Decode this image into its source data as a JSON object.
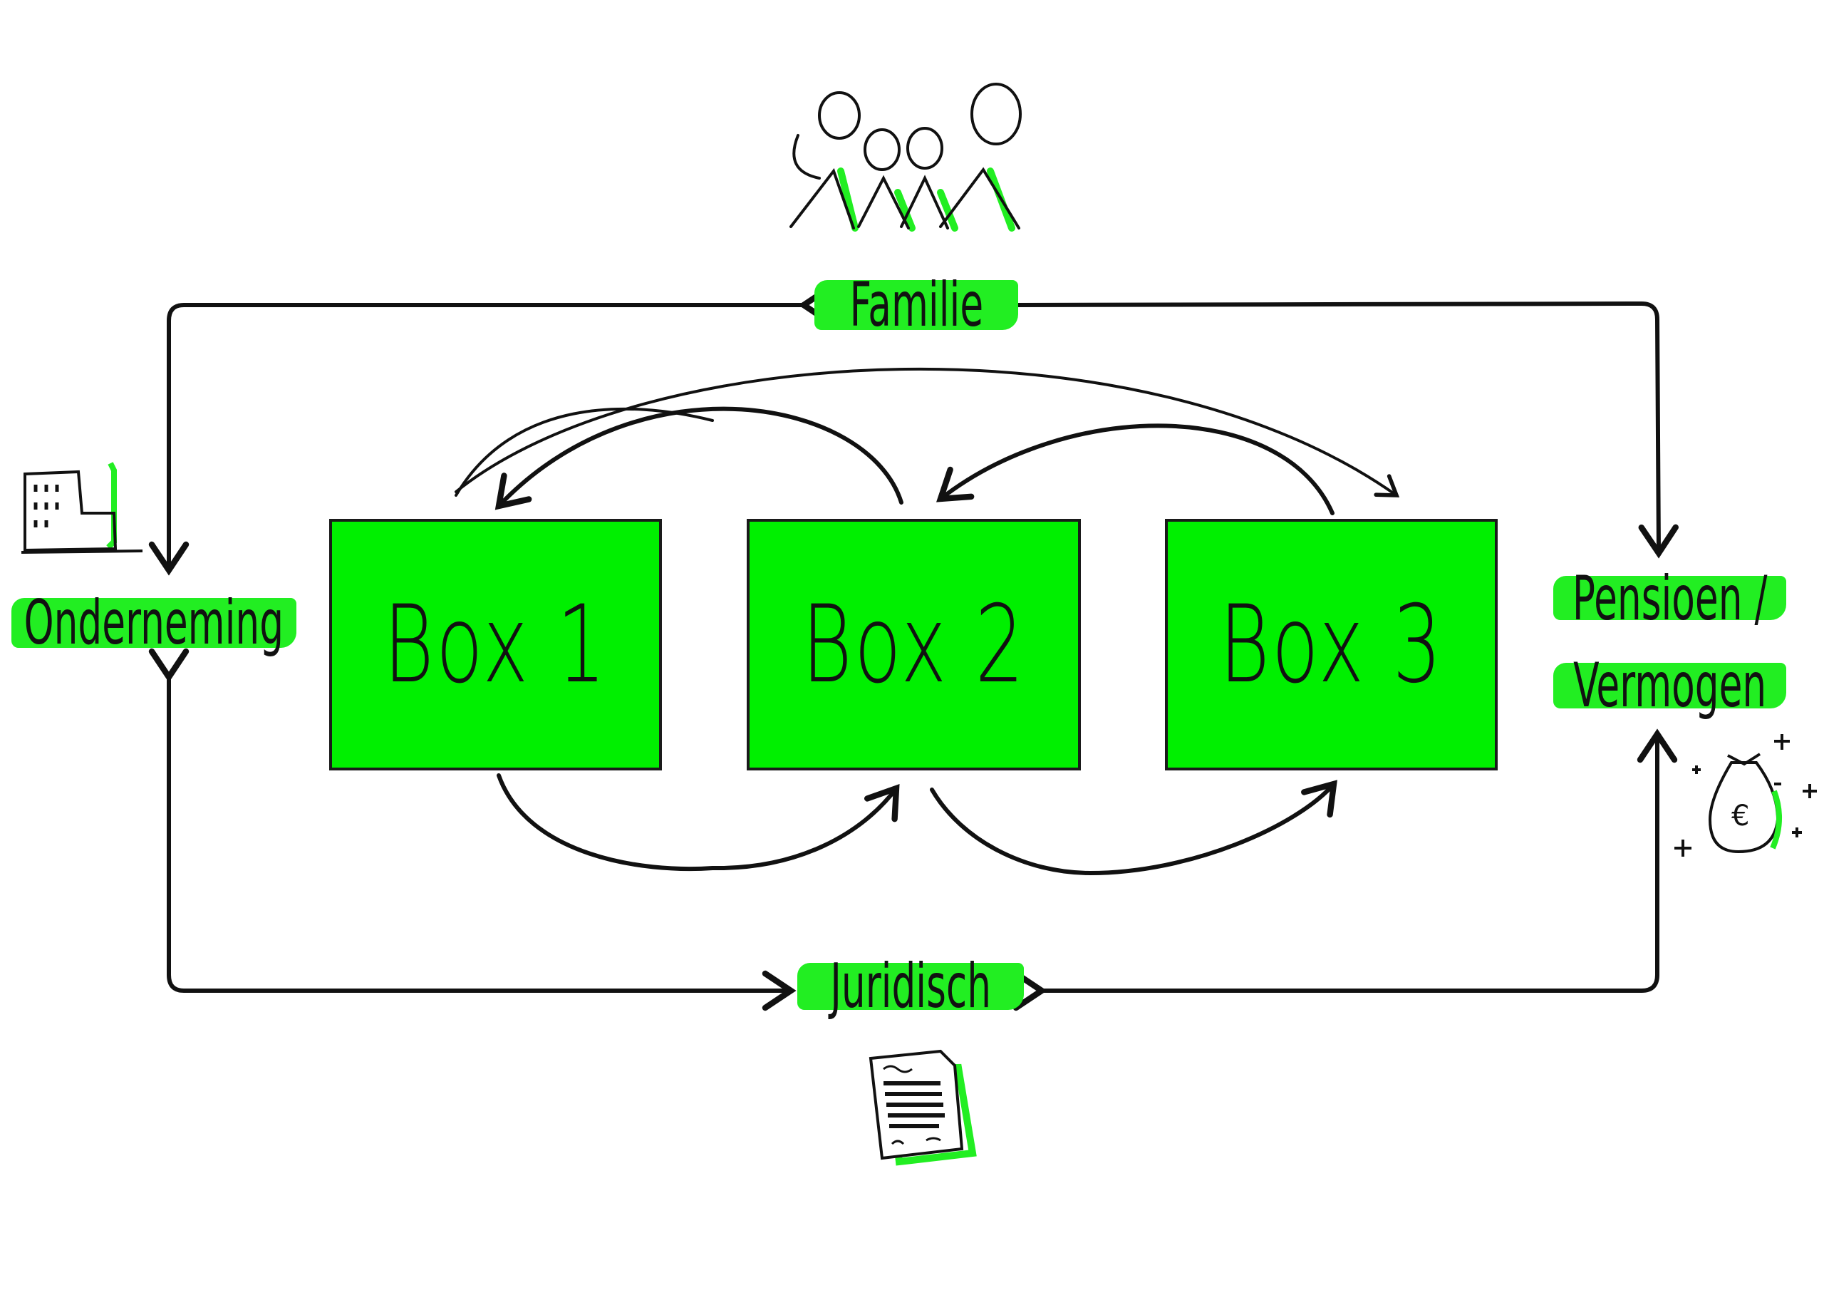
{
  "colors": {
    "green": "#00f000",
    "ink": "#111111"
  },
  "boxes": [
    {
      "label": "Box 1"
    },
    {
      "label": "Box 2"
    },
    {
      "label": "Box 3"
    }
  ],
  "nodes": {
    "top": "Familie",
    "left": "Onderneming",
    "right_line1": "Pensioen /",
    "right_line2": "Vermogen",
    "bottom": "Juridisch"
  },
  "icons": {
    "top": "family-icon",
    "left": "building-icon",
    "right": "money-bag-icon",
    "bottom": "document-icon",
    "currency_symbol": "€"
  }
}
